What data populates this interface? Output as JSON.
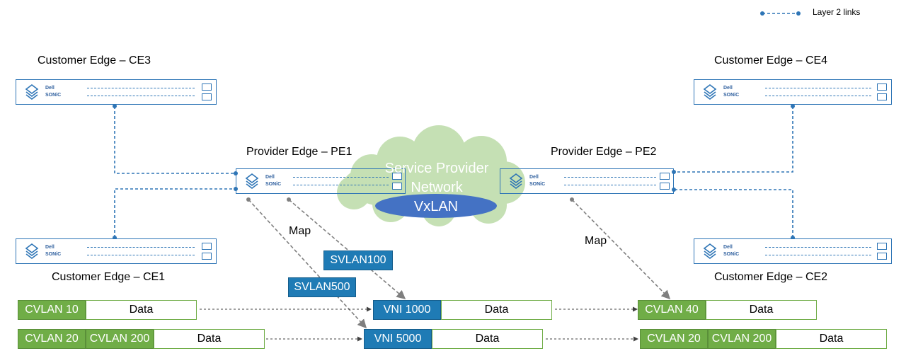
{
  "legend": {
    "label": "Layer 2 links"
  },
  "switch_brand": {
    "line1": "Dell",
    "line2": "SONiC"
  },
  "devices": {
    "ce3": "Customer Edge – CE3",
    "ce4": "Customer Edge – CE4",
    "pe1": "Provider Edge – PE1",
    "pe2": "Provider Edge – PE2",
    "ce1": "Customer Edge – CE1",
    "ce2": "Customer Edge – CE2"
  },
  "cloud": {
    "title_line1": "Service Provider",
    "title_line2": "Network",
    "tunnel": "VxLAN"
  },
  "map_labels": {
    "left": "Map",
    "right": "Map"
  },
  "service_tags": {
    "svlan100": "SVLAN100",
    "svlan500": "SVLAN500"
  },
  "frames": {
    "row1": {
      "ingress": [
        "CVLAN 10",
        "Data"
      ],
      "core": [
        "VNI 1000",
        "Data"
      ],
      "egress": [
        "CVLAN 40",
        "Data"
      ]
    },
    "row2": {
      "ingress": [
        "CVLAN 20",
        "CVLAN 200",
        "Data"
      ],
      "core": [
        "VNI 5000",
        "Data"
      ],
      "egress": [
        "CVLAN 20",
        "CVLAN 200",
        "Data"
      ]
    }
  },
  "colors": {
    "link": "#2e75b6",
    "cvlan": "#70ad47",
    "vni": "#1f7bb5",
    "cloud": "#c5e0b4",
    "vxlan": "#4472c4"
  }
}
